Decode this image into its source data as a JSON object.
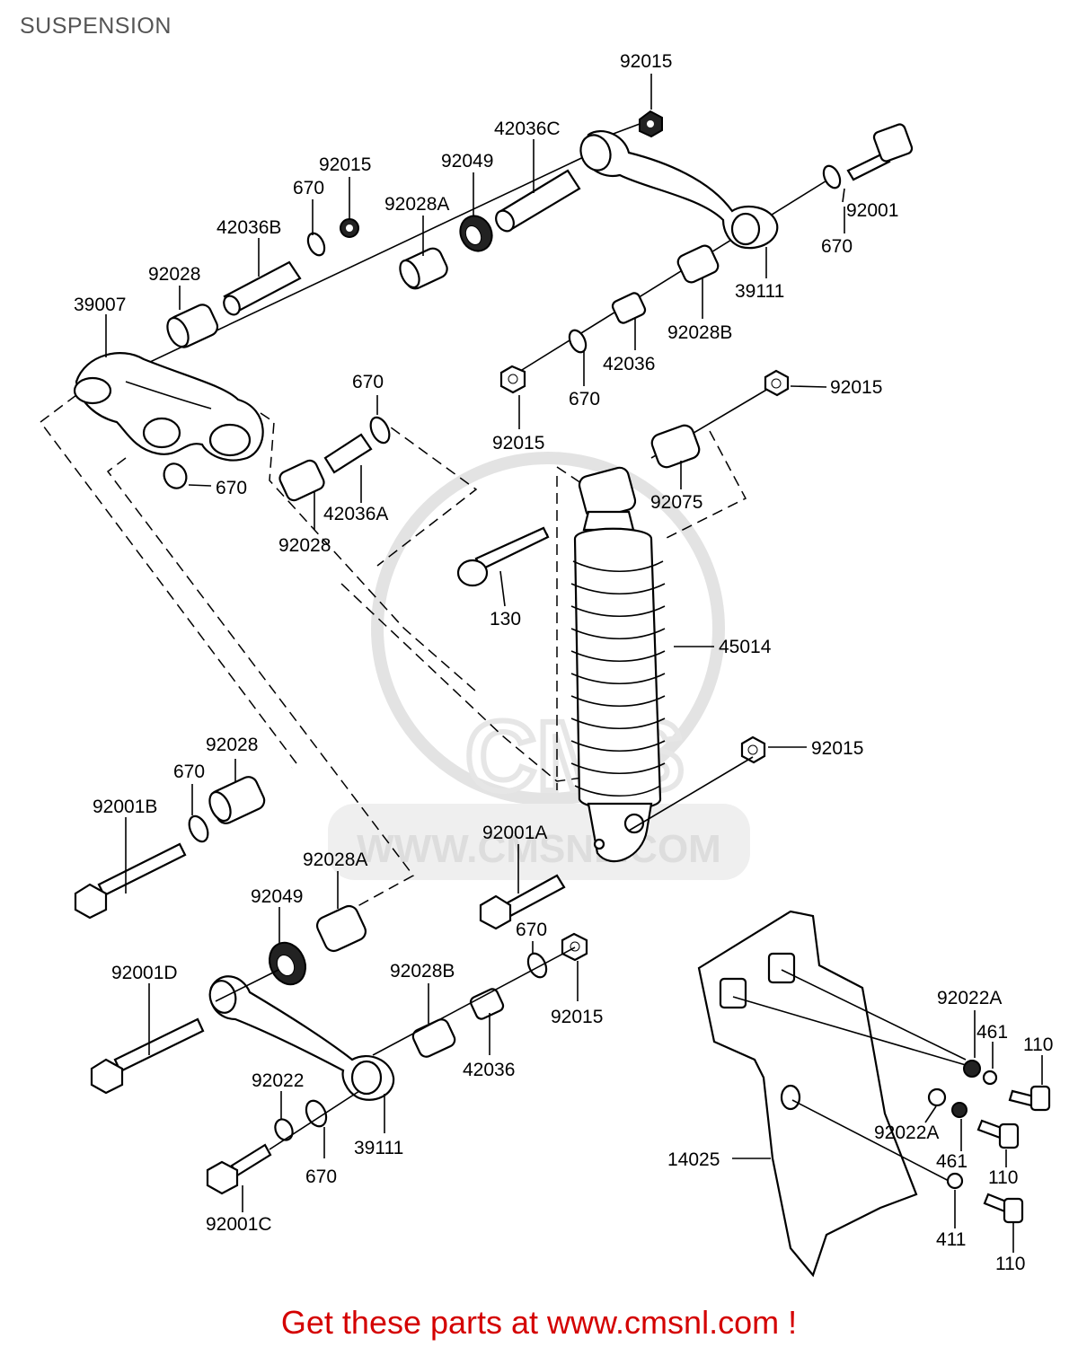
{
  "header": {
    "title": "SUSPENSION"
  },
  "watermark": {
    "text": "WWW.CMSNL.COM",
    "logo_text": "CMS"
  },
  "footer": {
    "cta": "Get these parts at www.cmsnl.com !",
    "color": "#d40000"
  },
  "labels": {
    "top_92015": "92015",
    "top_42036C": "42036C",
    "top_92049": "92049",
    "top_92001": "92001",
    "left_92015": "92015",
    "left_670": "670",
    "top_92028A": "92028A",
    "top_42036B": "42036B",
    "top_92028": "92028",
    "top_39007": "39007",
    "right_670": "670",
    "top_39111": "39111",
    "top_92028B": "92028B",
    "top_42036": "42036",
    "mid_670": "670",
    "mid_92015": "92015",
    "shock_92015_top": "92015",
    "bushing_670": "670",
    "link_670": "670",
    "link_42036A": "42036A",
    "link_92028": "92028",
    "shock_92075": "92075",
    "bolt_130": "130",
    "shock_45014": "45014",
    "shock_92015_bottom": "92015",
    "bottom_92028": "92028",
    "bottom_670": "670",
    "bottom_92001B": "92001B",
    "bottom_92001A": "92001A",
    "bottom_92028A": "92028A",
    "bottom_92049": "92049",
    "bottom_670b": "670",
    "bottom_92015": "92015",
    "bottom_92028B": "92028B",
    "bottom_92001D": "92001D",
    "bottom_42036": "42036",
    "bottom_92022": "92022",
    "bottom_39111": "39111",
    "bottom_670c": "670",
    "bottom_92001C": "92001C",
    "guard_14025": "14025",
    "guard_92022A_top": "92022A",
    "guard_461_top": "461",
    "guard_110_top": "110",
    "guard_92022A_mid": "92022A",
    "guard_461_mid": "461",
    "guard_110_mid": "110",
    "guard_411": "411",
    "guard_110_bottom": "110"
  }
}
